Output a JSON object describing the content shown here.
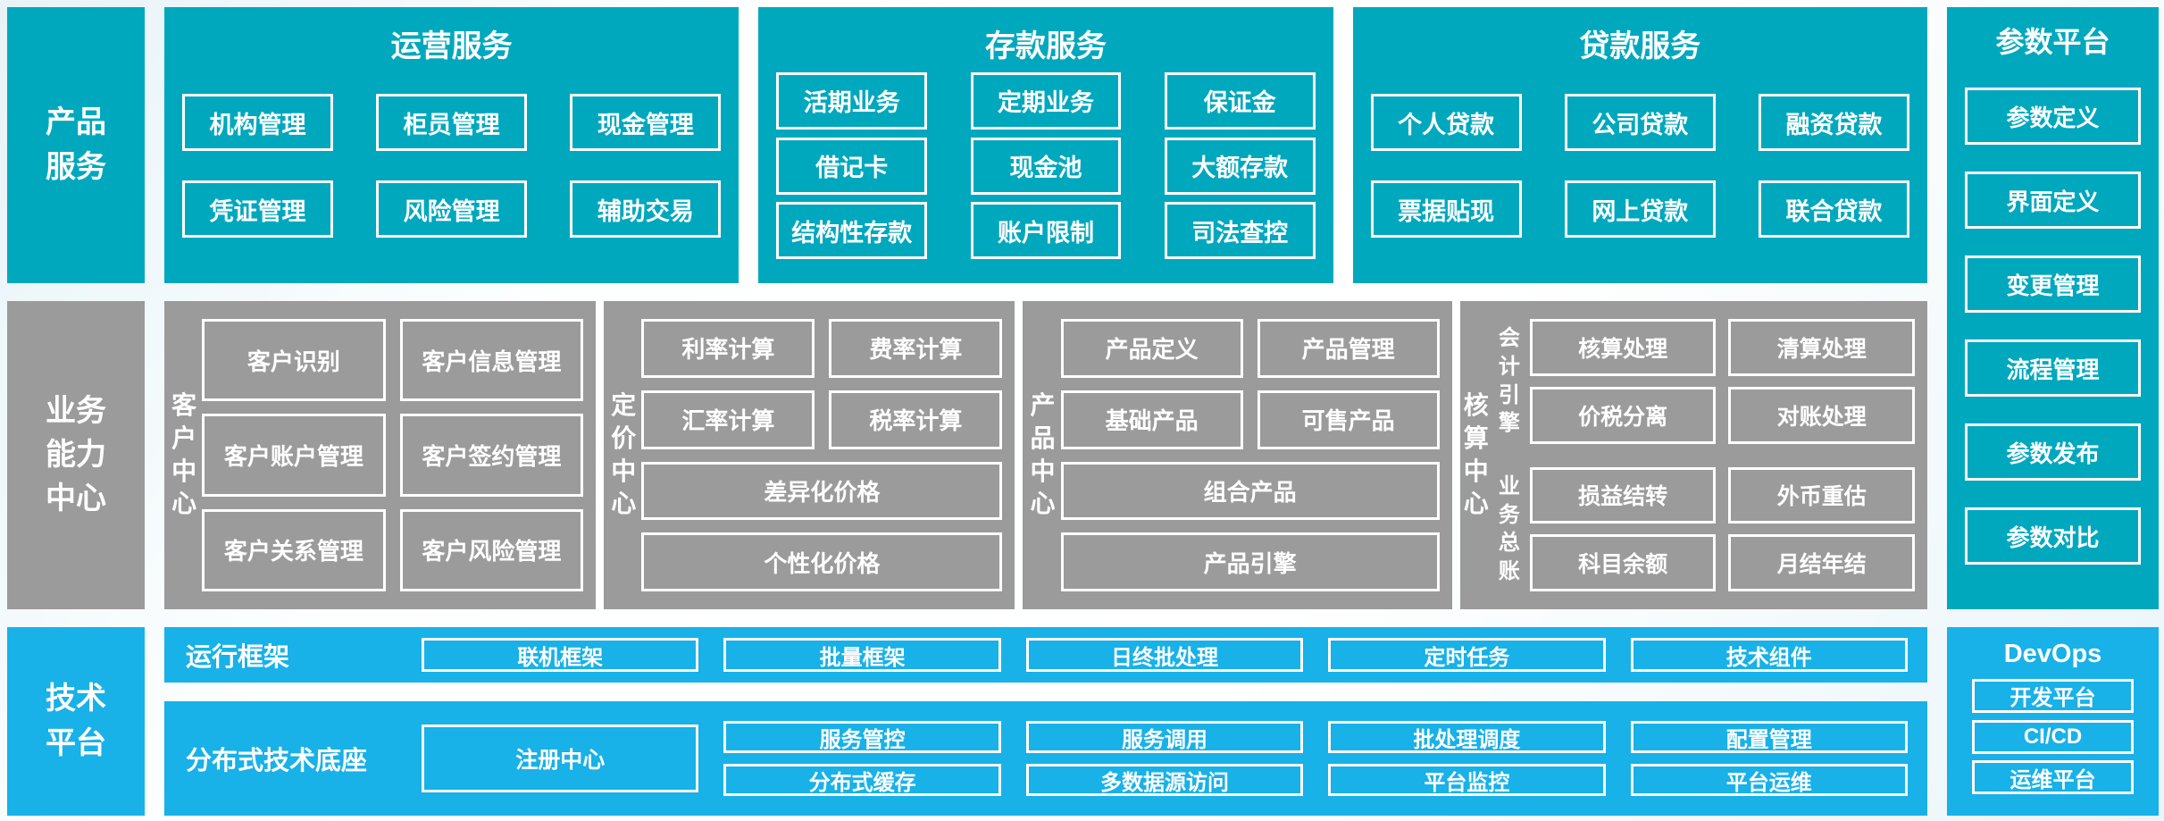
{
  "palette": {
    "teal": "#00a8be",
    "gray": "#9b9b9b",
    "blue": "#18b1e8",
    "box_border": "#ffffff",
    "text": "#ffffff"
  },
  "top": {
    "sidebar": "产品服务",
    "sections": [
      {
        "title": "运营服务",
        "rows": [
          [
            "机构管理",
            "柜员管理",
            "现金管理"
          ],
          [
            "凭证管理",
            "风险管理",
            "辅助交易"
          ]
        ]
      },
      {
        "title": "存款服务",
        "rows": [
          [
            "活期业务",
            "定期业务",
            "保证金"
          ],
          [
            "借记卡",
            "现金池",
            "大额存款"
          ],
          [
            "结构性存款",
            "账户限制",
            "司法查控"
          ]
        ]
      },
      {
        "title": "贷款服务",
        "rows": [
          [
            "个人贷款",
            "公司贷款",
            "融资贷款"
          ],
          [
            "票据贴现",
            "网上贷款",
            "联合贷款"
          ]
        ]
      }
    ]
  },
  "param_platform": {
    "title": "参数平台",
    "items": [
      "参数定义",
      "界面定义",
      "变更管理",
      "流程管理",
      "参数发布",
      "参数对比"
    ]
  },
  "middle": {
    "sidebar": "业务能力中心",
    "customer": {
      "label": "客户中心",
      "items": [
        "客户识别",
        "客户信息管理",
        "客户账户管理",
        "客户签约管理",
        "客户关系管理",
        "客户风险管理"
      ]
    },
    "pricing": {
      "label": "定价中心",
      "items": [
        "利率计算",
        "费率计算",
        "汇率计算",
        "税率计算"
      ],
      "wide": [
        "差异化价格",
        "个性化价格"
      ]
    },
    "product": {
      "label": "产品中心",
      "items": [
        "产品定义",
        "产品管理",
        "基础产品",
        "可售产品"
      ],
      "wide": [
        "组合产品",
        "产品引擎"
      ]
    },
    "accounting": {
      "label": "核算中心",
      "groups": [
        {
          "label": "会计引擎",
          "items": [
            "核算处理",
            "清算处理",
            "价税分离",
            "对账处理"
          ]
        },
        {
          "label": "业务总账",
          "items": [
            "损益结转",
            "外币重估",
            "科目余额",
            "月结年结"
          ]
        }
      ]
    }
  },
  "bottom": {
    "sidebar": "技术平台",
    "runtime": {
      "label": "运行框架",
      "items": [
        "联机框架",
        "批量框架",
        "日终批处理",
        "定时任务",
        "技术组件"
      ]
    },
    "distributed": {
      "label": "分布式技术底座",
      "registry": "注册中心",
      "columns": [
        [
          "服务管控",
          "分布式缓存"
        ],
        [
          "服务调用",
          "多数据源访问"
        ],
        [
          "批处理调度",
          "平台监控"
        ],
        [
          "配置管理",
          "平台运维"
        ]
      ]
    },
    "devops": {
      "title": "DevOps",
      "items": [
        "开发平台",
        "CI/CD",
        "运维平台"
      ]
    }
  }
}
